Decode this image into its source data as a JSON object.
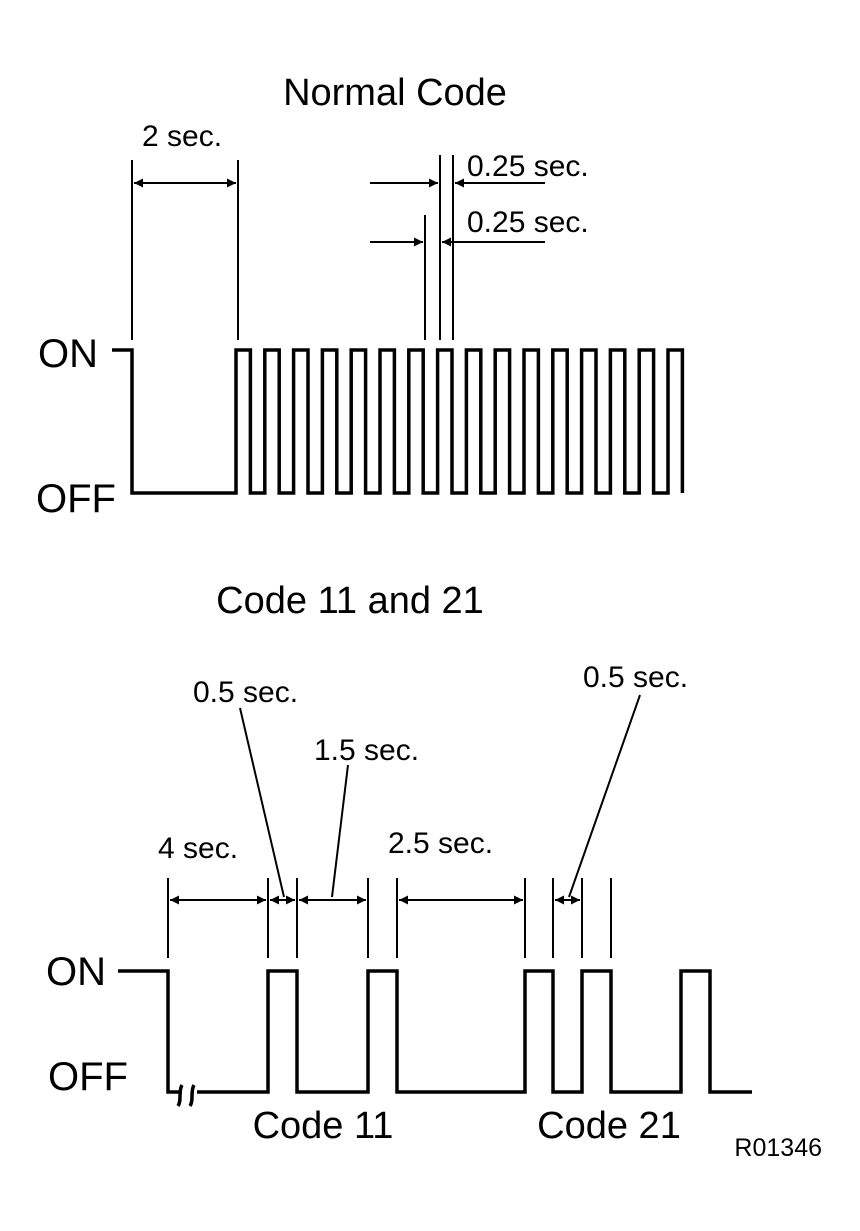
{
  "normal": {
    "title": "Normal Code",
    "on_label": "ON",
    "off_label": "OFF",
    "dim_start": "2 sec.",
    "dim_on": "0.25 sec.",
    "dim_off": "0.25 sec."
  },
  "codes": {
    "title": "Code 11 and 21",
    "on_label": "ON",
    "off_label": "OFF",
    "dim_start": "4 sec.",
    "dim_pulse": "0.5 sec.",
    "dim_gap": "1.5 sec.",
    "dim_pause": "2.5 sec.",
    "dim_pulse2": "0.5 sec.",
    "code11_label": "Code 11",
    "code21_label": "Code 21"
  },
  "reference": "R01346"
}
